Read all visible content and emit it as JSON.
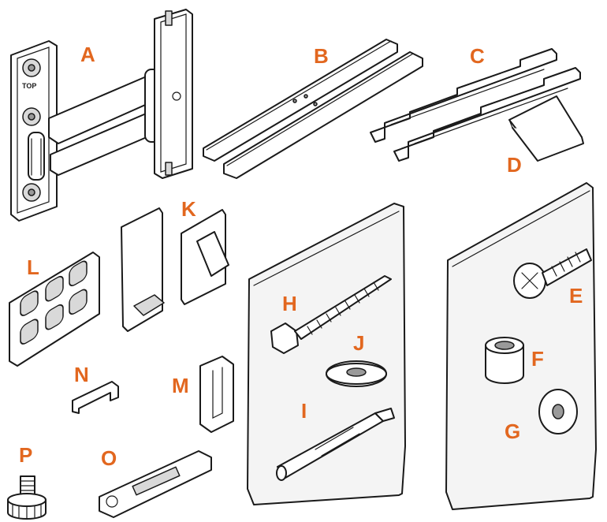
{
  "accent_color": "#e2671f",
  "parts": [
    {
      "id": "A",
      "label": "A"
    },
    {
      "id": "B",
      "label": "B"
    },
    {
      "id": "C",
      "label": "C"
    },
    {
      "id": "D",
      "label": "D"
    },
    {
      "id": "E",
      "label": "E"
    },
    {
      "id": "F",
      "label": "F"
    },
    {
      "id": "G",
      "label": "G"
    },
    {
      "id": "H",
      "label": "H"
    },
    {
      "id": "I",
      "label": "I"
    },
    {
      "id": "J",
      "label": "J"
    },
    {
      "id": "K",
      "label": "K"
    },
    {
      "id": "L",
      "label": "L"
    },
    {
      "id": "M",
      "label": "M"
    },
    {
      "id": "N",
      "label": "N"
    },
    {
      "id": "O",
      "label": "O"
    },
    {
      "id": "P",
      "label": "P"
    }
  ],
  "bracket_marking": "TOP"
}
